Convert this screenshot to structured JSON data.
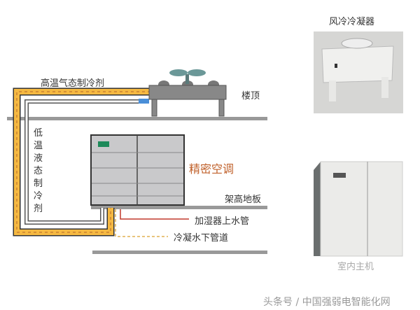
{
  "labels": {
    "hot_gas": "高温气态制冷剂",
    "cold_liquid": "低温液态制冷剂",
    "roof": "楼顶",
    "unit": "精密空调",
    "raised_floor": "架高地板",
    "humidifier_pipe": "加湿器上水管",
    "drain_pipe": "冷凝水下管道"
  },
  "photos": {
    "condenser_caption": "风冷冷凝器",
    "indoor_caption": "室内主机"
  },
  "watermark": "头条号 / 中国强弱电智能化网",
  "colors": {
    "pipe_hot": "#f5b942",
    "unit_title": "#c0602a",
    "water_pipe": "#c0392b"
  }
}
